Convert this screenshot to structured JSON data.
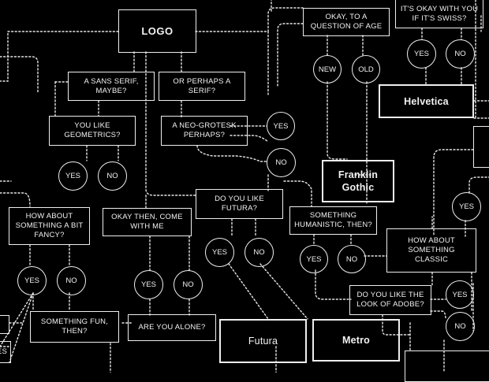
{
  "nodes": {
    "logo": "LOGO",
    "sans_or": "A SANS SERIF, MAYBE?",
    "serif_or": "OR PERHAPS A SERIF?",
    "geometrics": "YOU LIKE GEOMETRICS?",
    "neo_grotesk": "A NEO-GROTESK PERHAPS?",
    "age": "OKAY, TO A QUESTION OF AGE",
    "swiss": "IT'S OKAY WITH YOU IF IT'S SWISS?",
    "helvetica": "Helvetica",
    "franklin": "Franklin Gothic",
    "futura_q": "DO YOU LIKE FUTURA?",
    "humanistic": "SOMETHING HUMANISTIC, THEN?",
    "fancy": "HOW ABOUT SOMETHING A BIT FANCY?",
    "come_with_me": "OKAY THEN, COME WITH ME",
    "classic": "HOW ABOUT SOMETHING CLASSIC",
    "adobe": "DO YOU LIKE THE LOOK OF ADOBE?",
    "fun": "SOMETHING FUN, THEN?",
    "alone": "ARE YOU ALONE?",
    "futura": "Futura",
    "metro": "Metro",
    "partial_es": "ES"
  },
  "answers": {
    "yes": "YES",
    "no": "NO",
    "new": "NEW",
    "old": "OLD"
  },
  "colors": {
    "background": "#000000",
    "foreground": "#eeeeee"
  }
}
